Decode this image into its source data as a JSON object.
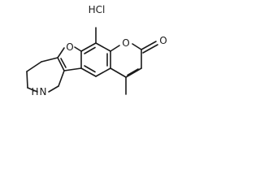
{
  "structure": {
    "salt_label": "HCl",
    "atoms": {
      "furan_oxygen": "O",
      "pyranone_ring_oxygen": "O",
      "carbonyl_oxygen": "O",
      "amine_nitrogen": "N",
      "amine_hydrogen": "H"
    }
  }
}
